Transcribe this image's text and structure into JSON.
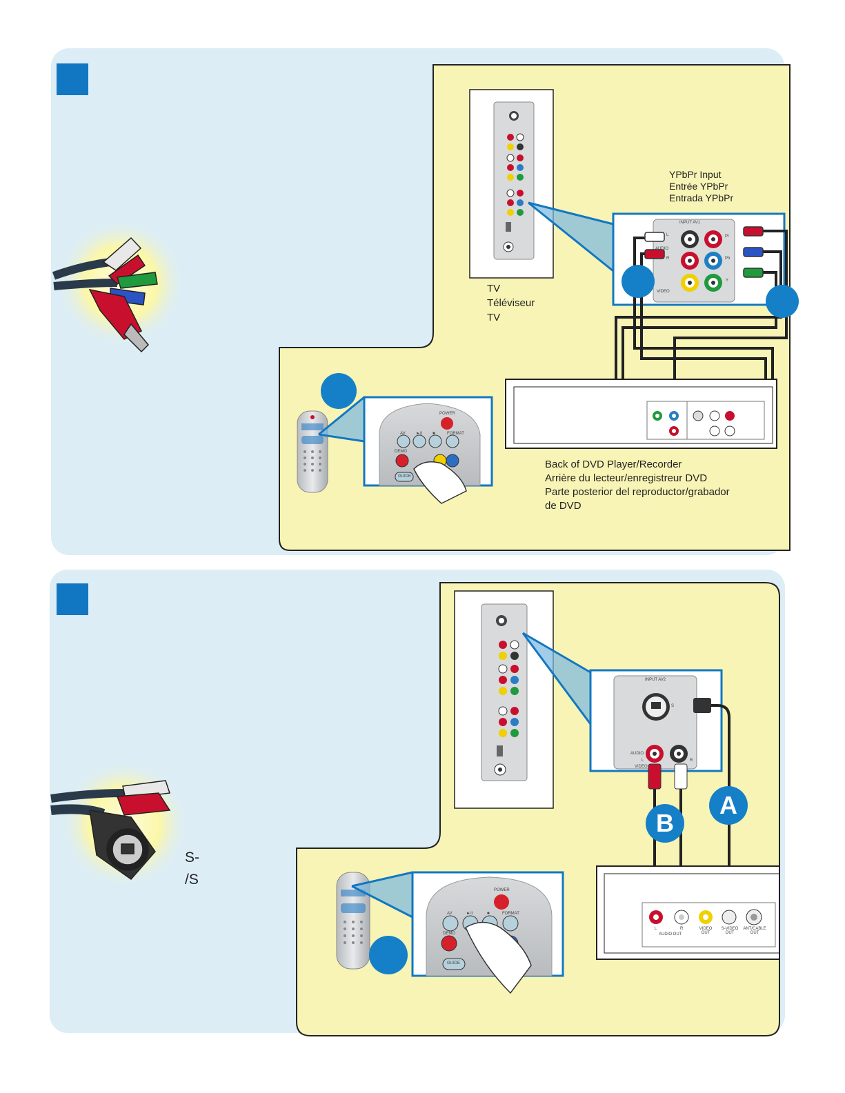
{
  "top_panel": {
    "ypbpr_label": [
      "YPbPr Input",
      "Entrée YPbPr",
      "Entrada YPbPr"
    ],
    "tv_label": [
      "TV",
      "Téléviseur",
      "TV"
    ],
    "dvd_back_label": [
      "Back of DVD Player/Recorder",
      "Arrière du lecteur/enregistreur DVD",
      "Parte posterior del reproductor/grabador",
      "de DVD"
    ],
    "tv_jack_panel_title": "INPUT AV1",
    "tv_jack_labels": {
      "audio": "AUDIO",
      "video": "VIDEO",
      "l": "L",
      "r": "R",
      "pr": "Pr",
      "pb": "Pb",
      "y": "Y"
    },
    "remote_buttons": {
      "power": "POWER",
      "av": "AV",
      "play_pause": "►II",
      "stop": "■",
      "format": "FORMAT",
      "demo": "DEMO",
      "guide": "GUIDE"
    }
  },
  "bottom_panel": {
    "svideo_label": [
      "S-",
      "/S"
    ],
    "tv_jack_panel_title": "INPUT AV2",
    "tv_jack_labels": {
      "audio": "AUDIO",
      "video": "VIDEO",
      "l": "L",
      "r": "R",
      "s": "S"
    },
    "cable_a": "A",
    "cable_b": "B",
    "dvd_outputs": {
      "l": "L",
      "r": "R",
      "audio_out": "AUDIO OUT",
      "video_out": "VIDEO OUT",
      "svideo_out": "S-VIDEO OUT",
      "ant_out": "ANT/CABLE OUT"
    },
    "remote_buttons": {
      "power": "POWER",
      "av": "AV",
      "play_pause": "►II",
      "stop": "■",
      "format": "FORMAT",
      "demo": "DEMO",
      "guide": "GUIDE"
    }
  },
  "colors": {
    "panel_bg": "#dcedf6",
    "yellow_area": "#f7f4b5",
    "accent_blue": "#1277c2",
    "cable_red": "#c8102e",
    "cable_green": "#1f9a3c",
    "cable_blue": "#2a54c4"
  }
}
